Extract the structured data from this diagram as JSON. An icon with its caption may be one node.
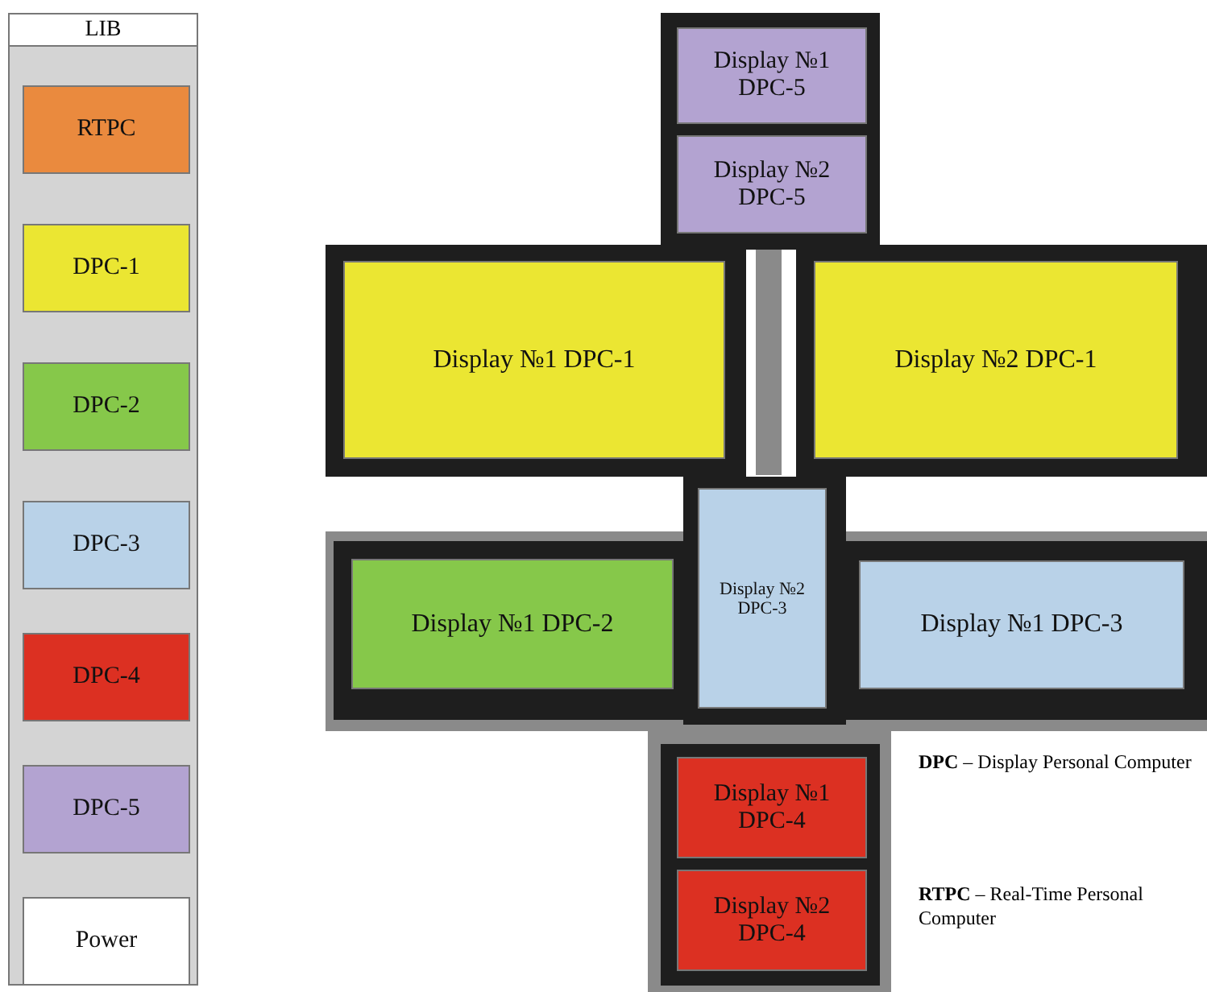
{
  "diagram": {
    "nodes": [
      {
        "text": [
          "LIB"
        ]
      },
      {
        "text": [
          "RTPC"
        ],
        "in": 0
      },
      {
        "text": [
          "DPC-1"
        ],
        "in": 0
      },
      {
        "text": [
          "DPC-2"
        ],
        "in": 0
      },
      {
        "text": [
          "DPC-3"
        ],
        "in": 0
      },
      {
        "text": [
          "DPC-4"
        ],
        "in": 0
      },
      {
        "text": [
          "DPC-5"
        ],
        "in": 0
      },
      {
        "text": [
          "Power"
        ],
        "in": 0
      },
      {
        "text": [
          "Display №1 DPC-5"
        ]
      },
      {
        "text": [
          "Display №2 DPC-5"
        ]
      },
      {
        "text": [
          "Display №1 DPC-1"
        ]
      },
      {
        "text": [
          "Display №2 DPC-1"
        ]
      },
      {
        "text": [
          "Display №2 DPC-3"
        ]
      },
      {
        "text": [
          "Display №1 DPC-2"
        ]
      },
      {
        "text": [
          "Display №1 DPC-3"
        ]
      },
      {
        "text": [
          "Display №1 DPC-4"
        ]
      },
      {
        "text": [
          "Display №2 DPC-4"
        ]
      }
    ],
    "labels": [
      "**DPC** – Display Personal Computer",
      "**RTPC** – Real-Time Personal Computer"
    ]
  }
}
